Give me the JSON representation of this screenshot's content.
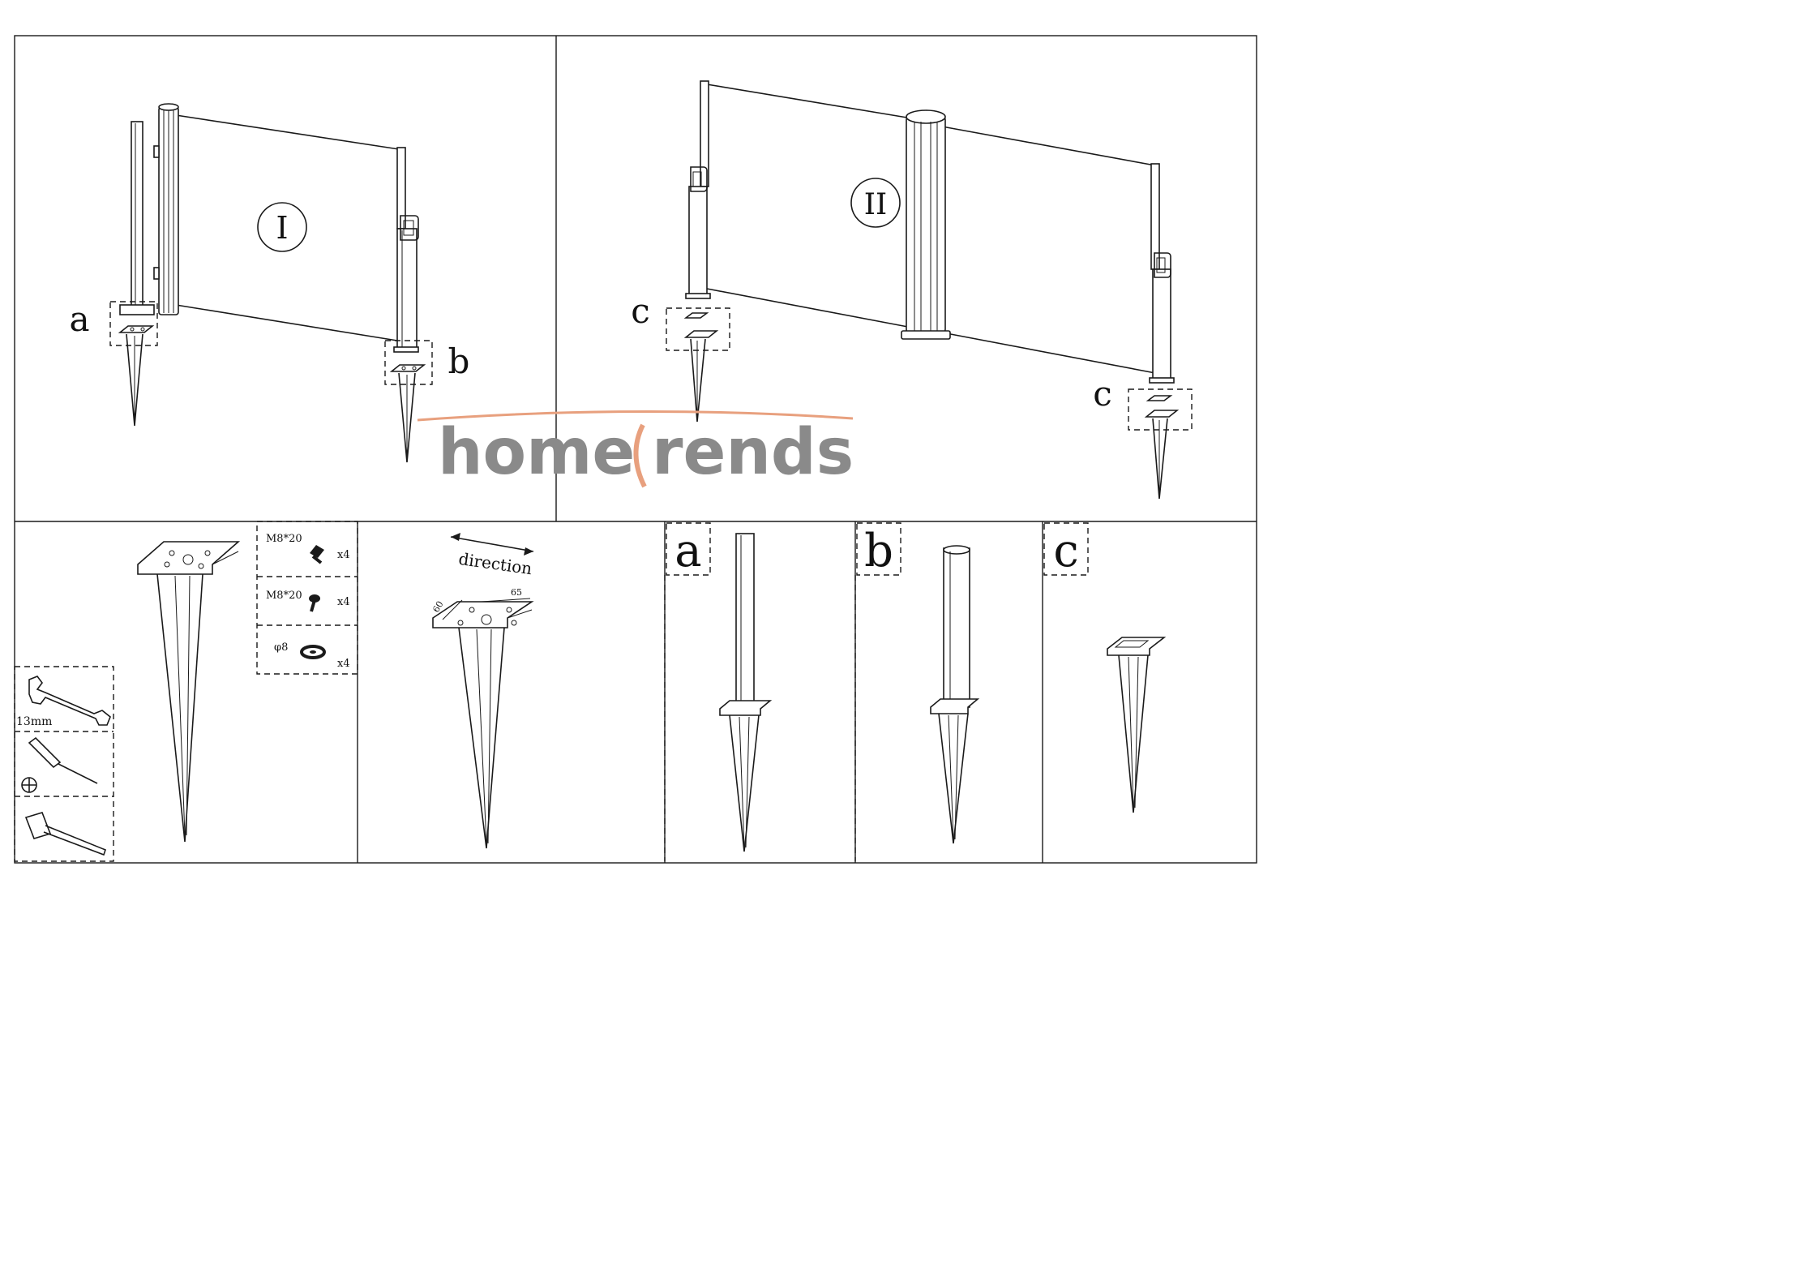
{
  "step_labels": {
    "step1": "I",
    "step2": "II"
  },
  "part_labels": {
    "a": "a",
    "b": "b",
    "c": "c"
  },
  "hardware": [
    {
      "label": "M8*20",
      "qty": "x4",
      "icon": "hex-bolt-icon"
    },
    {
      "label": "M8*20",
      "qty": "x4",
      "icon": "cross-screw-icon"
    },
    {
      "label": "φ8",
      "qty": "x4",
      "icon": "washer-icon"
    }
  ],
  "tools": {
    "wrench_size": "13mm",
    "items": [
      "wrench-icon",
      "screwdriver-icon",
      "phillips-symbol-icon",
      "mallet-icon"
    ]
  },
  "spike_detail": {
    "direction": "direction",
    "dim_a": "60",
    "dim_b": "65"
  },
  "watermark": {
    "text_left": "home",
    "text_right": "rends",
    "color_text": "#8a8a8a",
    "color_arc": "#e8a07e"
  }
}
